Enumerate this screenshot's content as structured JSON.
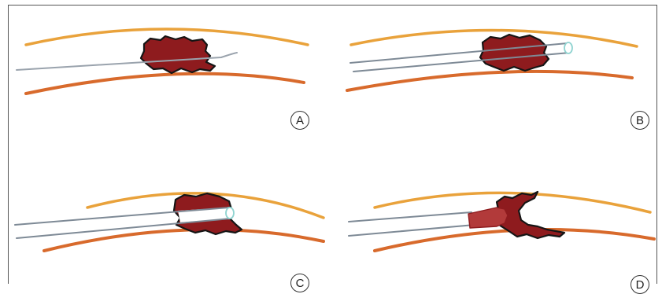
{
  "colors": {
    "outer_wall": "#E9A23B",
    "inner_wall": "#D86A2C",
    "clot_fill": "#8E1B1E",
    "clot_edge": "#151515",
    "wire": "#9AA3AD",
    "catheter": "#7E8A96",
    "catheter_tip": "#8FD3D0",
    "aspirated_clot": "#B23A3A"
  },
  "panels": [
    {
      "label": "A",
      "icon": "guidewire-through-clot"
    },
    {
      "label": "B",
      "icon": "microcatheter-across-clot"
    },
    {
      "label": "C",
      "icon": "aspiration-catheter-at-clot"
    },
    {
      "label": "D",
      "icon": "clot-aspirated-into-catheter"
    }
  ]
}
